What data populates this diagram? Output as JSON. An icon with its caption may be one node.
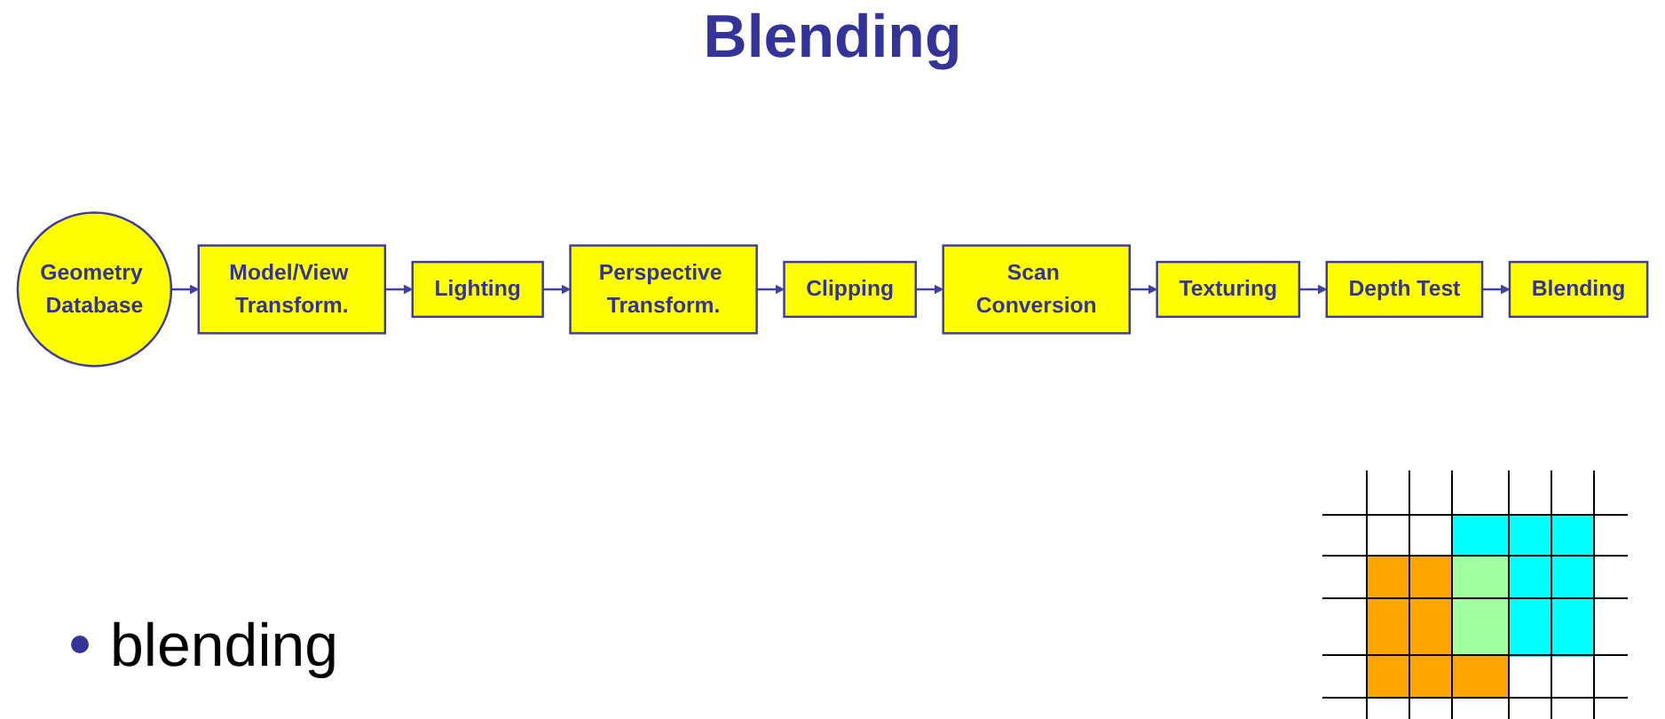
{
  "diagram": {
    "title": "Blending",
    "nodes": [
      {
        "text": [
          "Geometry Database"
        ]
      },
      {
        "text": [
          "Model/View Transform."
        ]
      },
      {
        "text": [
          "Lighting"
        ]
      },
      {
        "text": [
          "Perspective Transform."
        ]
      },
      {
        "text": [
          "Clipping"
        ]
      },
      {
        "text": [
          "Scan Conversion"
        ]
      },
      {
        "text": [
          "Texturing"
        ]
      },
      {
        "text": [
          "Depth Test"
        ]
      },
      {
        "text": [
          "Blending"
        ]
      }
    ],
    "edges": [
      {
        "from": 0,
        "to": 1,
        "arrow": "to"
      },
      {
        "from": 1,
        "to": 2,
        "arrow": "to"
      },
      {
        "from": 2,
        "to": 3,
        "arrow": "to"
      },
      {
        "from": 3,
        "to": 4,
        "arrow": "to"
      },
      {
        "from": 4,
        "to": 5,
        "arrow": "to"
      },
      {
        "from": 5,
        "to": 6,
        "arrow": "to"
      },
      {
        "from": 6,
        "to": 7,
        "arrow": "to"
      },
      {
        "from": 7,
        "to": 8,
        "arrow": "to"
      }
    ],
    "labels": [
      "blending"
    ]
  }
}
